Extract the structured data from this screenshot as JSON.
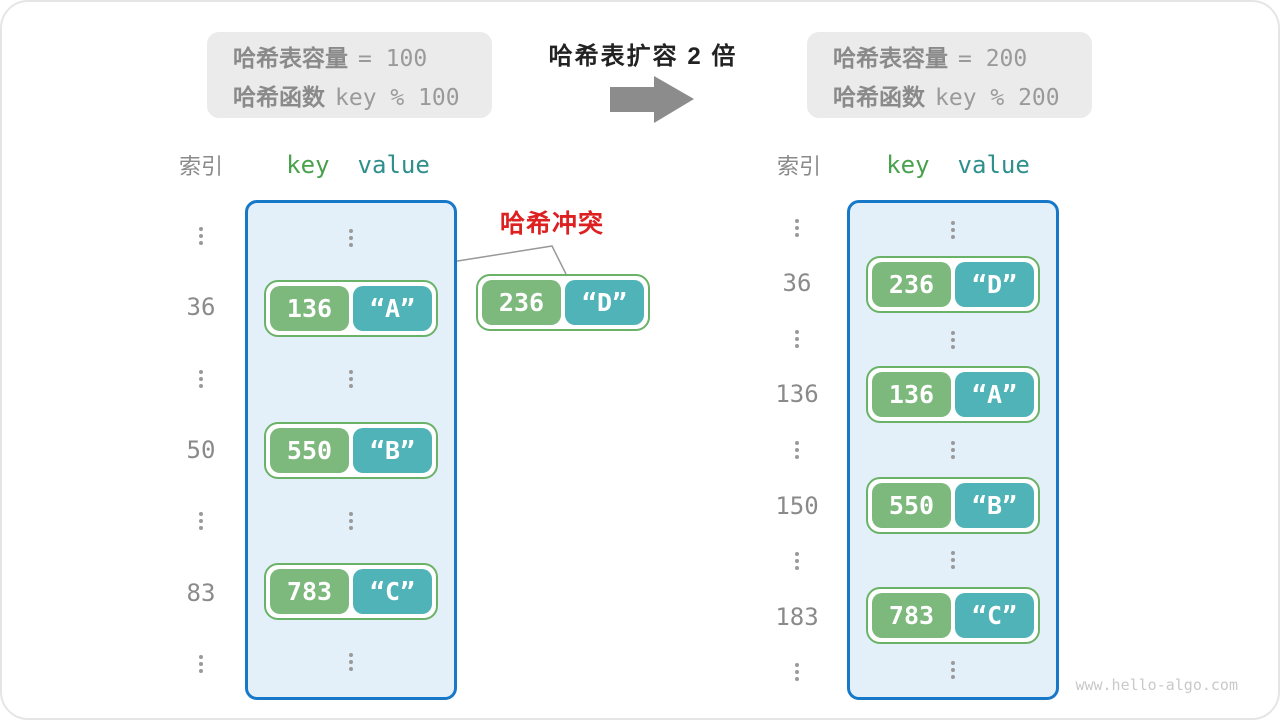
{
  "watermark": "www.hello-algo.com",
  "transition_title": "哈希表扩容 2 倍",
  "collision_label": "哈希冲突",
  "info_left": {
    "cap_label": "哈希表容量",
    "cap_value": "= 100",
    "fn_label": "哈希函数",
    "fn_value": "key % 100"
  },
  "info_right": {
    "cap_label": "哈希表容量",
    "cap_value": "= 200",
    "fn_label": "哈希函数",
    "fn_value": "key % 200"
  },
  "collision_pair": {
    "key": "236",
    "value": "“D”"
  },
  "table_left": {
    "index_header": "索引",
    "key_header": "key",
    "value_header": "value",
    "rows": [
      {
        "type": "dots"
      },
      {
        "type": "pair",
        "index": "36",
        "key": "136",
        "value": "“A”"
      },
      {
        "type": "dots"
      },
      {
        "type": "pair",
        "index": "50",
        "key": "550",
        "value": "“B”"
      },
      {
        "type": "dots"
      },
      {
        "type": "pair",
        "index": "83",
        "key": "783",
        "value": "“C”"
      },
      {
        "type": "dots"
      }
    ]
  },
  "table_right": {
    "index_header": "索引",
    "key_header": "key",
    "value_header": "value",
    "rows": [
      {
        "type": "dots"
      },
      {
        "type": "pair",
        "index": "36",
        "key": "236",
        "value": "“D”"
      },
      {
        "type": "dots"
      },
      {
        "type": "pair",
        "index": "136",
        "key": "136",
        "value": "“A”"
      },
      {
        "type": "dots"
      },
      {
        "type": "pair",
        "index": "150",
        "key": "550",
        "value": "“B”"
      },
      {
        "type": "dots"
      },
      {
        "type": "pair",
        "index": "183",
        "key": "783",
        "value": "“C”"
      },
      {
        "type": "dots"
      }
    ]
  },
  "colors": {
    "accent-blue": "#1878c8",
    "bucket-bg": "#e4f0f9",
    "pair-border": "#6ab267",
    "pill-green": "#7db87d",
    "pill-teal": "#4fb3b8",
    "key-hdr": "#48a14c",
    "val-hdr": "#2e8f8c",
    "red": "#dd2020",
    "box-bg": "#ebebeb",
    "arrow-gray": "#8c8c8c",
    "line-gray": "#999999"
  }
}
